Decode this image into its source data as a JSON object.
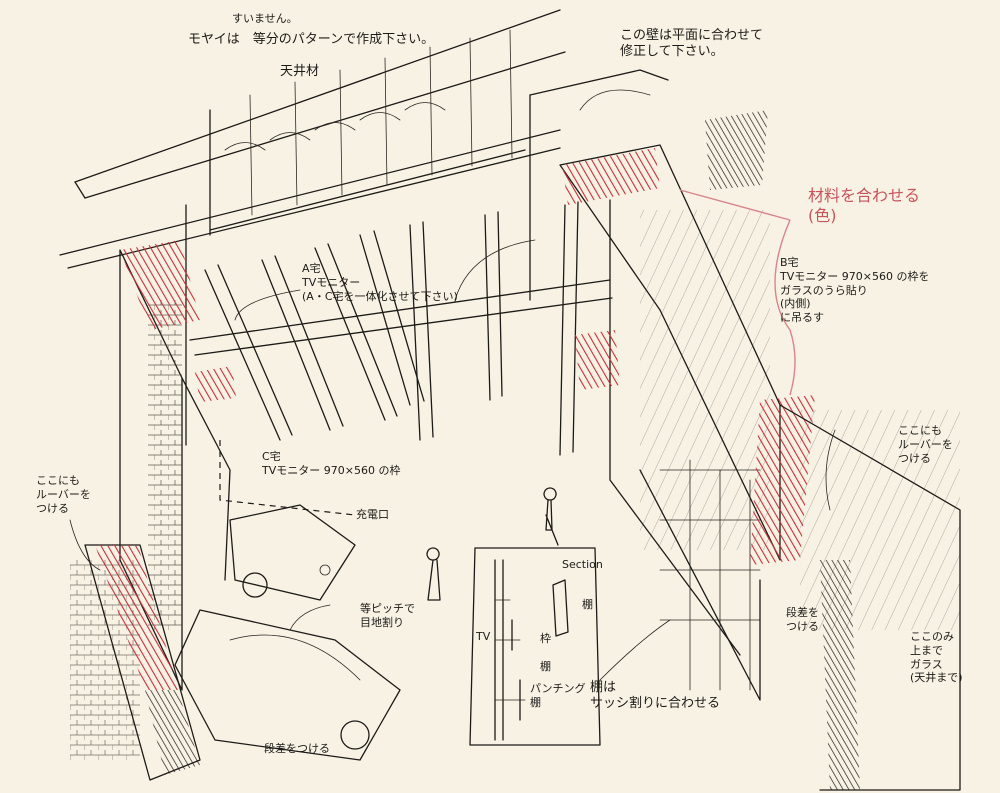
{
  "colors": {
    "paper": "#f7f2e4",
    "ink": "#1d1b18",
    "accent_red": "#c8545c",
    "hatch_red": "#c7303a"
  },
  "notes": {
    "top_a": "すいません。",
    "top_b": "モヤイは　等分のパターンで作成下さい。",
    "ceiling": "天井材",
    "top_right": "この壁は平面に合わせて\n修正して下さい。",
    "materials": "材料を合わせる\n(色)",
    "a_house": "A宅\nTVモニター\n(A・C宅を一体化させて下さい)",
    "b_house": "B宅\nTVモニター 970×560 の枠を\nガラスのうら貼り\n(内側)\nに吊るす",
    "c_house": "C宅\nTVモニター 970×560 の枠",
    "outlet": "充電口",
    "left_louver": "ここにも\nルーバーを\nつける",
    "right_louver": "ここにも\nルーバーを\nつける",
    "section": "Section",
    "section_tv": "TV",
    "section_frame": "枠",
    "section_shelf": "棚",
    "section_shelf2": "棚",
    "section_panel": "パンチング\n棚",
    "shelf_note": "棚は\nサッシ割りに合わせる",
    "floor_note": "等ピッチで\n目地割り",
    "step": "段差をつける",
    "stair_note": "段差を\nつける",
    "glass_note": "ここのみ\n上まで\nガラス\n(天井まで)"
  }
}
